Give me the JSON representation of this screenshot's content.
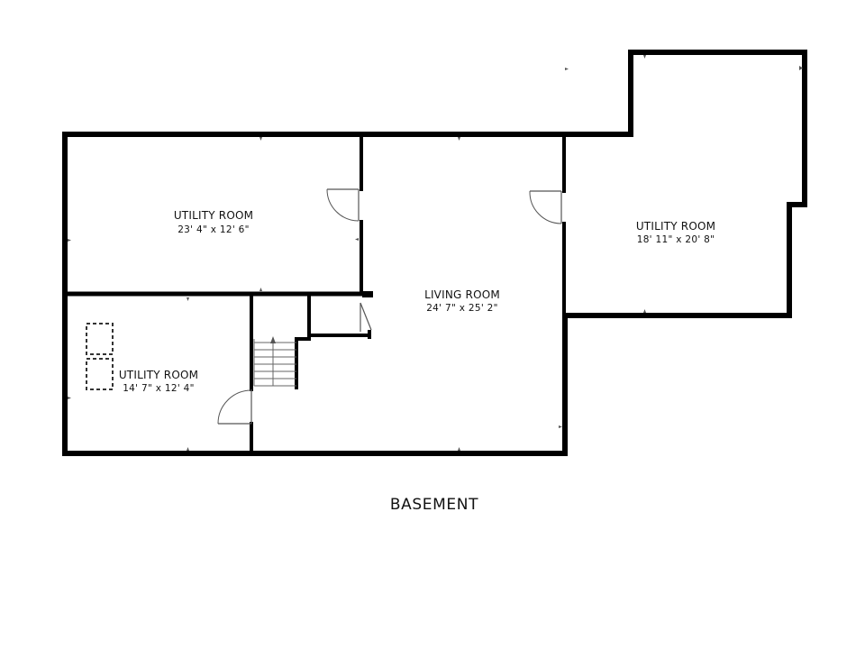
{
  "floor_title": "BASEMENT",
  "rooms": [
    {
      "name": "UTILITY ROOM",
      "dims": "23' 4\" x 12' 6\""
    },
    {
      "name": "LIVING ROOM",
      "dims": "24' 7\" x 25' 2\""
    },
    {
      "name": "UTILITY ROOM",
      "dims": "18' 11\" x 20' 8\""
    },
    {
      "name": "UTILITY ROOM",
      "dims": "14' 7\" x 12' 4\""
    }
  ],
  "colors": {
    "wall": "#000000",
    "background": "#ffffff",
    "text": "#111111"
  }
}
